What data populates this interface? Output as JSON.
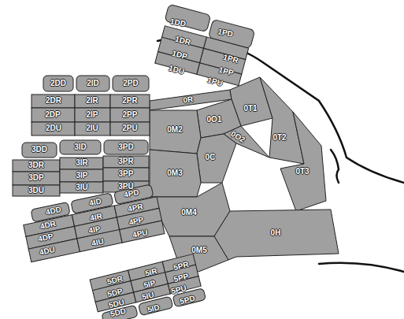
{
  "diagram": {
    "labels": [
      "1DD",
      "1PD",
      "1DR",
      "1PR",
      "1DP",
      "1PP",
      "1DU",
      "1PU",
      "2DD",
      "2ID",
      "2PD",
      "2DR",
      "2IR",
      "2PR",
      "0R",
      "2DP",
      "2IP",
      "2PP",
      "2DU",
      "2IU",
      "2PU",
      "0T1",
      "0M2",
      "0O1",
      "0O2",
      "0T2",
      "0C",
      "0T3",
      "3DD",
      "3ID",
      "3PD",
      "3DR",
      "3IR",
      "3PR",
      "3DP",
      "3IP",
      "3PP",
      "0M3",
      "3DU",
      "3IU",
      "3PU",
      "4PD",
      "4DD",
      "4ID",
      "0M4",
      "4DR",
      "4IR",
      "4PR",
      "4DP",
      "4IP",
      "4PP",
      "0H",
      "4DU",
      "4IU",
      "4PU",
      "0M5",
      "5PR",
      "5IR",
      "5PP",
      "5DR",
      "5IP",
      "5DP",
      "5PU",
      "5IU",
      "5DU",
      "5PD",
      "5ID",
      "5DD"
    ]
  }
}
